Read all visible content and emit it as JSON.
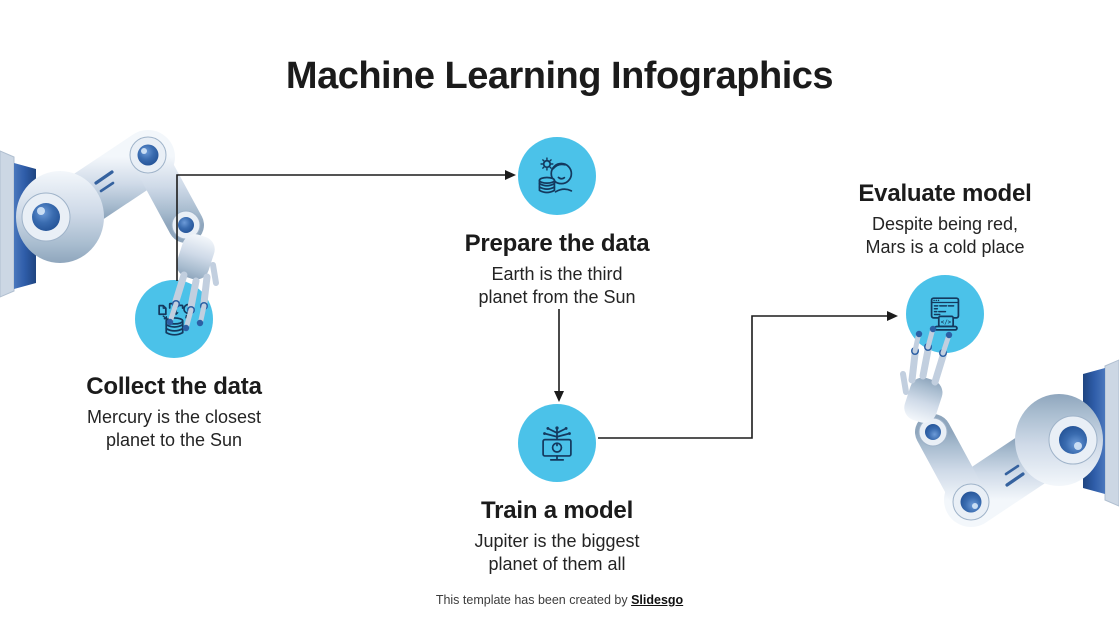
{
  "slide": {
    "title": "Machine Learning Infographics",
    "steps": [
      {
        "title": "Collect the data",
        "description": "Mercury is the closest\nplanet to the Sun",
        "icon": "database-collect-icon"
      },
      {
        "title": "Prepare the data",
        "description": "Earth is the third\nplanet from the Sun",
        "icon": "person-gear-database-icon"
      },
      {
        "title": "Train a model",
        "description": "Jupiter is the biggest\nplanet of them all",
        "icon": "monitor-neural-network-icon"
      },
      {
        "title": "Evaluate model",
        "description": "Despite being red,\nMars is a cold place",
        "icon": "browser-code-laptop-icon"
      }
    ],
    "footer": {
      "text": "This template has been created by ",
      "brand": "Slidesgo"
    },
    "colors": {
      "accent_cyan": "#4bc2e9",
      "icon_stroke": "#14395e",
      "connector_line": "#1c1c1c",
      "text_dark": "#1b1b1b",
      "robot_blue": "#2e5ca8",
      "robot_light_steel": "#ccd7e4"
    }
  }
}
